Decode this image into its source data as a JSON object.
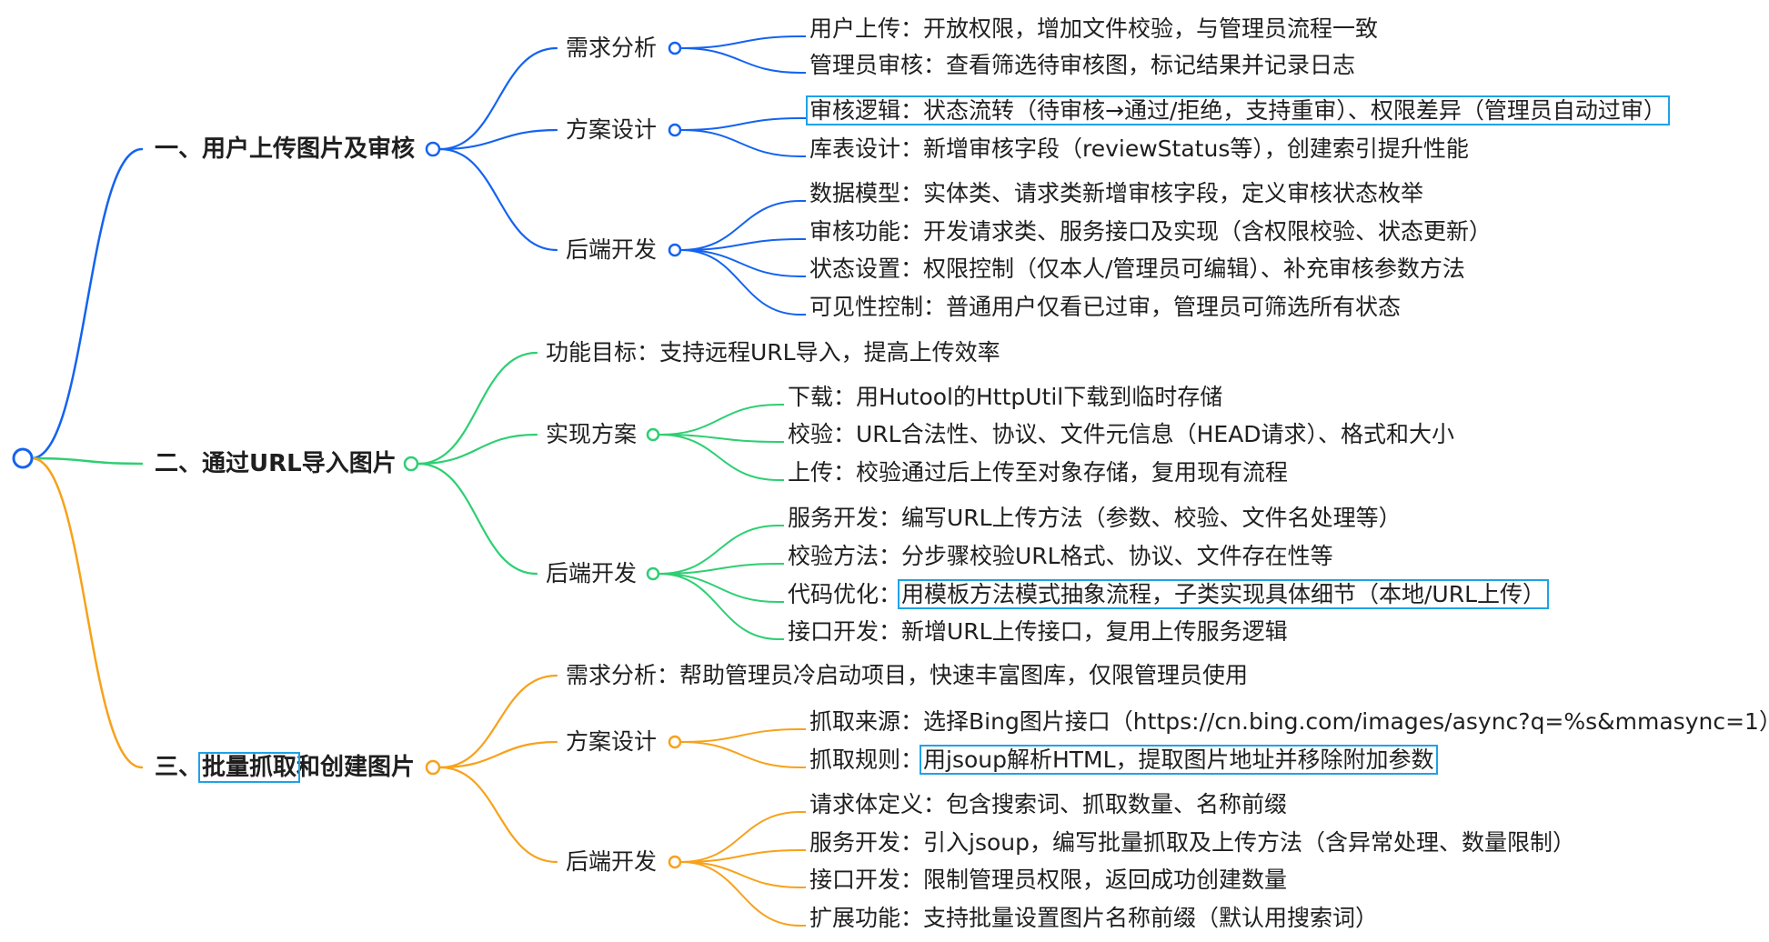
{
  "colors": {
    "branch1": "#1463f0",
    "branch2": "#2dcf72",
    "branch3": "#f7a21b",
    "highlight": "#1fa2e6",
    "text": "#1f1f1f"
  },
  "branches": [
    {
      "title": "一、用户上传图片及审核",
      "children": [
        {
          "label": "需求分析",
          "items": [
            "用户上传：开放权限，增加文件校验，与管理员流程一致",
            "管理员审核：查看筛选待审核图，标记结果并记录日志"
          ]
        },
        {
          "label": "方案设计",
          "items": [
            "审核逻辑：状态流转（待审核→通过/拒绝，支持重审）、权限差异（管理员自动过审）",
            "库表设计：新增审核字段（reviewStatus等），创建索引提升性能"
          ]
        },
        {
          "label": "后端开发",
          "items": [
            "数据模型：实体类、请求类新增审核字段，定义审核状态枚举",
            "审核功能：开发请求类、服务接口及实现（含权限校验、状态更新）",
            "状态设置：权限控制（仅本人/管理员可编辑）、补充审核参数方法",
            "可见性控制：普通用户仅看已过审，管理员可筛选所有状态"
          ]
        }
      ]
    },
    {
      "title": "二、通过URL导入图片",
      "children": [
        {
          "label": "功能目标：支持远程URL导入，提高上传效率",
          "items": []
        },
        {
          "label": "实现方案",
          "items": [
            "下载：用Hutool的HttpUtil下载到临时存储",
            "校验：URL合法性、协议、文件元信息（HEAD请求）、格式和大小",
            "上传：校验通过后上传至对象存储，复用现有流程"
          ]
        },
        {
          "label": "后端开发",
          "items": [
            "服务开发：编写URL上传方法（参数、校验、文件名处理等）",
            "校验方法：分步骤校验URL格式、协议、文件存在性等",
            "代码优化：用模板方法模式抽象流程，子类实现具体细节（本地/URL上传）",
            "接口开发：新增URL上传接口，复用上传服务逻辑"
          ]
        }
      ]
    },
    {
      "title": "三、批量抓取和创建图片",
      "children": [
        {
          "label": "需求分析：帮助管理员冷启动项目，快速丰富图库，仅限管理员使用",
          "items": []
        },
        {
          "label": "方案设计",
          "items": [
            "抓取来源：选择Bing图片接口（https://cn.bing.com/images/async?q=%s&mmasync=1）",
            "抓取规则：用jsoup解析HTML，提取图片地址并移除附加参数"
          ]
        },
        {
          "label": "后端开发",
          "items": [
            "请求体定义：包含搜索词、抓取数量、名称前缀",
            "服务开发：引入jsoup，编写批量抓取及上传方法（含异常处理、数量限制）",
            "接口开发：限制管理员权限，返回成功创建数量",
            "扩展功能：支持批量设置图片名称前缀（默认用搜索词）"
          ]
        }
      ]
    }
  ]
}
